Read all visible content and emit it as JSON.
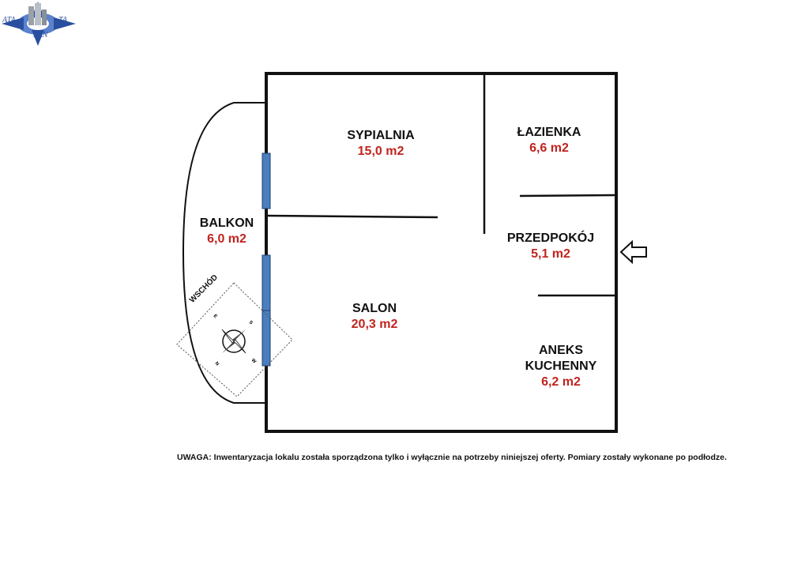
{
  "logo": {
    "text_left": "ATA",
    "text_right": "TA",
    "text_bottom": "LAN"
  },
  "rooms": {
    "sypialnia": {
      "name": "SYPIALNIA",
      "area": "15,0 m2"
    },
    "lazienka": {
      "name": "ŁAZIENKA",
      "area": "6,6 m2"
    },
    "balkon": {
      "name": "BALKON",
      "area": "6,0 m2"
    },
    "przedpokoj": {
      "name": "PRZEDPOKÓJ",
      "area": "5,1 m2"
    },
    "salon": {
      "name": "SALON",
      "area": "20,3 m2"
    },
    "aneks": {
      "name_line1": "ANEKS",
      "name_line2": "KUCHENNY",
      "area": "6,2 m2"
    }
  },
  "compass": {
    "label": "WSCHÓD",
    "n": "N",
    "e": "E",
    "s": "S",
    "w": "W"
  },
  "note": "UWAGA: Inwentaryzacja lokalu została sporządzona tylko i wyłącznie na potrzeby niniejszej oferty. Pomiary zostały wykonane po podłodze.",
  "colors": {
    "area_text": "#c0241f",
    "wall": "#111111",
    "window": "#4a7fbf",
    "logo_blue": "#2a4fa0"
  }
}
